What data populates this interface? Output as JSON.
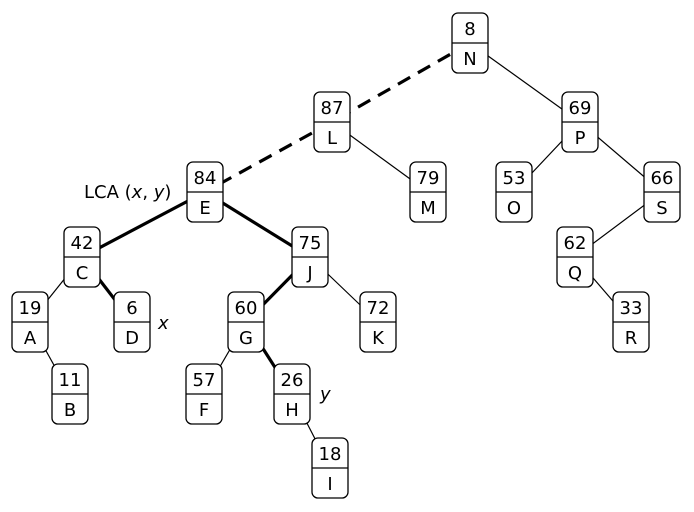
{
  "diagram": {
    "title": "",
    "nodes": [
      {
        "id": "N",
        "key": "8"
      },
      {
        "id": "L",
        "key": "87"
      },
      {
        "id": "P",
        "key": "69"
      },
      {
        "id": "E",
        "key": "84"
      },
      {
        "id": "M",
        "key": "79"
      },
      {
        "id": "O",
        "key": "53"
      },
      {
        "id": "S",
        "key": "66"
      },
      {
        "id": "C",
        "key": "42"
      },
      {
        "id": "J",
        "key": "75"
      },
      {
        "id": "Q",
        "key": "62"
      },
      {
        "id": "A",
        "key": "19"
      },
      {
        "id": "D",
        "key": "6"
      },
      {
        "id": "G",
        "key": "60"
      },
      {
        "id": "K",
        "key": "72"
      },
      {
        "id": "R",
        "key": "33"
      },
      {
        "id": "B",
        "key": "11"
      },
      {
        "id": "F",
        "key": "57"
      },
      {
        "id": "H",
        "key": "26"
      },
      {
        "id": "I",
        "key": "18"
      }
    ],
    "edges": [
      {
        "from": "N",
        "to": "L",
        "style": "dashed"
      },
      {
        "from": "N",
        "to": "P",
        "style": "normal"
      },
      {
        "from": "L",
        "to": "E",
        "style": "dashed"
      },
      {
        "from": "L",
        "to": "M",
        "style": "normal"
      },
      {
        "from": "P",
        "to": "O",
        "style": "normal"
      },
      {
        "from": "P",
        "to": "S",
        "style": "normal"
      },
      {
        "from": "S",
        "to": "Q",
        "style": "normal"
      },
      {
        "from": "Q",
        "to": "R",
        "style": "normal"
      },
      {
        "from": "E",
        "to": "C",
        "style": "bold"
      },
      {
        "from": "E",
        "to": "J",
        "style": "bold"
      },
      {
        "from": "C",
        "to": "A",
        "style": "normal"
      },
      {
        "from": "C",
        "to": "D",
        "style": "bold"
      },
      {
        "from": "A",
        "to": "B",
        "style": "normal"
      },
      {
        "from": "J",
        "to": "G",
        "style": "bold"
      },
      {
        "from": "J",
        "to": "K",
        "style": "normal"
      },
      {
        "from": "G",
        "to": "F",
        "style": "normal"
      },
      {
        "from": "G",
        "to": "H",
        "style": "bold"
      },
      {
        "from": "H",
        "to": "I",
        "style": "normal"
      }
    ],
    "annotations": {
      "lca_prefix": "LCA (",
      "lca_x": "x",
      "lca_sep": ", ",
      "lca_y": "y",
      "lca_suffix": ")",
      "x_label": "x",
      "y_label": "y"
    }
  }
}
